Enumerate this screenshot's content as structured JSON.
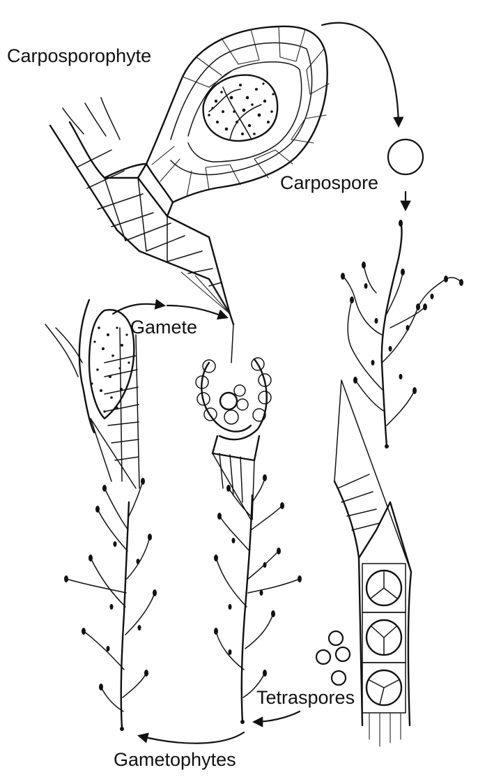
{
  "diagram": {
    "labels": {
      "carposporophyte": "Carposporophyte",
      "carpospore": "Carpospore",
      "gamete": "Gamete",
      "tetraspores": "Tetraspores",
      "gametophytes": "Gametophytes"
    }
  }
}
